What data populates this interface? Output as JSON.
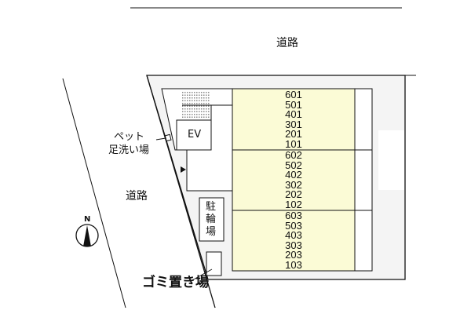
{
  "labels": {
    "road_top": "道路",
    "road_left": "道路",
    "ev": "EV",
    "pet_line1": "ペット",
    "pet_line2": "足洗い場",
    "bike_parking": [
      "駐",
      "輪",
      "場"
    ],
    "garbage": "ゴミ置き場",
    "north": "N"
  },
  "units": [
    [
      "601",
      "501",
      "401",
      "301",
      "201",
      "101"
    ],
    [
      "602",
      "502",
      "402",
      "302",
      "202",
      "102"
    ],
    [
      "603",
      "503",
      "403",
      "303",
      "203",
      "103"
    ]
  ],
  "colors": {
    "units_fill": "#fbfbd6",
    "site_fill": "#f4f4f4",
    "line": "#111111"
  }
}
